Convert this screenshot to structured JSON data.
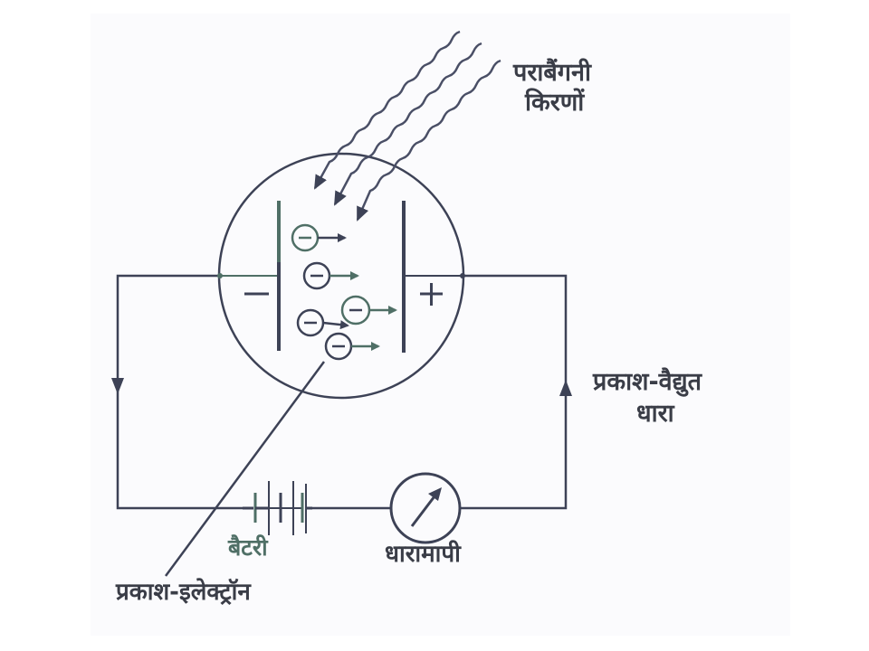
{
  "diagram": {
    "title": "Photoelectric effect apparatus",
    "labels": {
      "uv_rays_line1": "पराबैंगनी",
      "uv_rays_line2": "किरणों",
      "photo_current_line1": "प्रकाश-वैद्युत",
      "photo_current_line2": "धारा",
      "battery": "बैटरी",
      "ammeter": "धारामापी",
      "photo_electron": "प्रकाश-इलेक्ट्रॉन"
    },
    "tube": {
      "cathode_sign": "−",
      "anode_sign": "+",
      "electron_symbol": "⊖",
      "electron_count": 5
    },
    "uv_ray_count": 3,
    "current_arrows": [
      "down (left wire)",
      "up (right wire)"
    ],
    "colors": {
      "line": "#3d4256",
      "green_accent": "#4f6f66",
      "panel_bg": "#fbfbfd",
      "page_bg": "#ffffff"
    }
  }
}
